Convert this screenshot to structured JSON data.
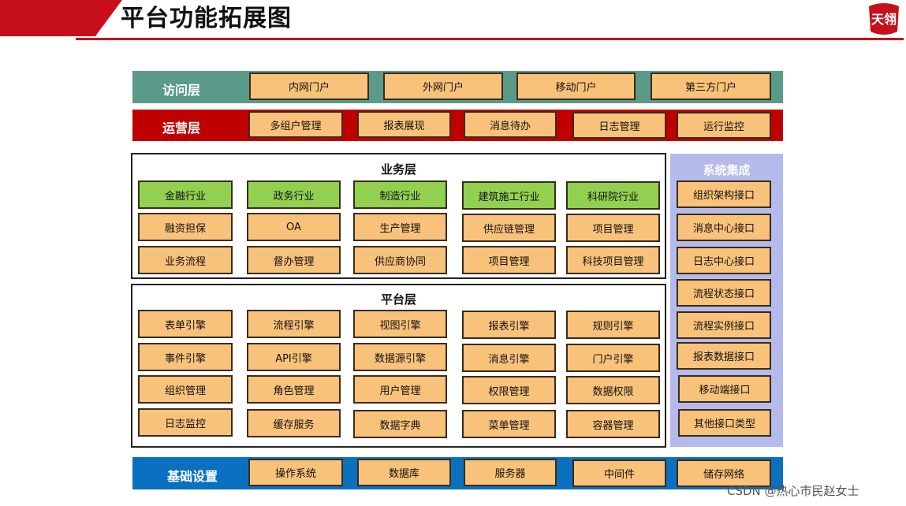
{
  "header": {
    "title": "平台功能拓展图",
    "logo_text": "天翎"
  },
  "access_layer": {
    "label": "访问层",
    "items": [
      "内网门户",
      "外网门户",
      "移动门户",
      "第三方门户"
    ]
  },
  "ops_layer": {
    "label": "运营层",
    "items": [
      "多组户管理",
      "报表展现",
      "消息待办",
      "日志管理",
      "运行监控"
    ]
  },
  "business_layer": {
    "title": "业务层",
    "rows": [
      [
        "金融行业",
        "政务行业",
        "制造行业",
        "建筑施工行业",
        "科研院行业"
      ],
      [
        "融资担保",
        "OA",
        "生产管理",
        "供应链管理",
        "项目管理"
      ],
      [
        "业务流程",
        "督办管理",
        "供应商协同",
        "项目管理",
        "科技项目管理"
      ]
    ]
  },
  "platform_layer": {
    "title": "平台层",
    "rows": [
      [
        "表单引擎",
        "流程引擎",
        "视图引擎",
        "报表引擎",
        "规则引擎"
      ],
      [
        "事件引擎",
        "API引擎",
        "数据源引擎",
        "消息引擎",
        "门户引擎"
      ],
      [
        "组织管理",
        "角色管理",
        "用户管理",
        "权限管理",
        "数据权限"
      ],
      [
        "日志监控",
        "缓存服务",
        "数据字典",
        "菜单管理",
        "容器管理"
      ]
    ]
  },
  "integration": {
    "title": "系统集成",
    "items": [
      "组织架构接口",
      "消息中心接口",
      "日志中心接口",
      "流程状态接口",
      "流程实例接口",
      "报表数据接口",
      "移动端接口",
      "其他接口类型"
    ]
  },
  "infra_layer": {
    "label": "基础设置",
    "items": [
      "操作系统",
      "数据库",
      "服务器",
      "中间件",
      "储存网络"
    ]
  },
  "watermark": "CSDN @热心市民赵女士",
  "colors": {
    "header_red": "#c8101b",
    "access_band": "#5a9a88",
    "ops_band": "#c00000",
    "infra_band": "#0b70c0",
    "box_orange": "#f9c27a",
    "box_green": "#92d050",
    "integration_bg": "#b4bbec"
  }
}
